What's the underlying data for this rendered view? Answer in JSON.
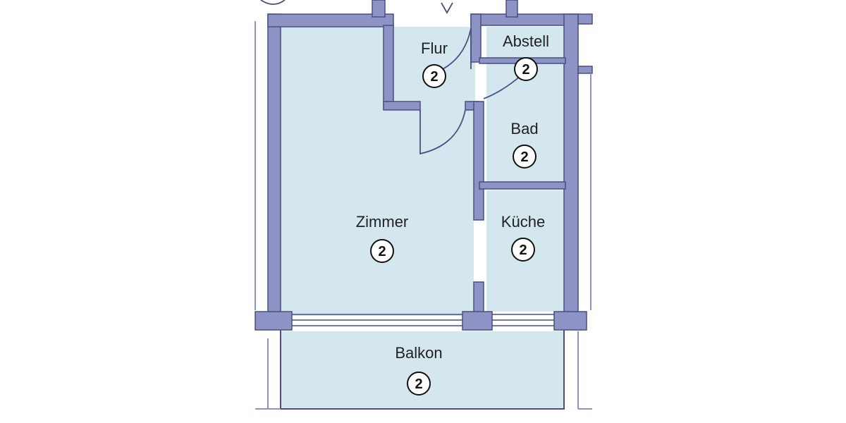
{
  "colors": {
    "wall": "#8e93c6",
    "wall_outline": "#4a4f80",
    "room_fill": "#d4e7ef",
    "badge_fill": "#ffffff",
    "badge_stroke": "#111111",
    "background": "#ffffff"
  },
  "rooms": {
    "zimmer": {
      "label": "Zimmer",
      "badge": "2"
    },
    "flur": {
      "label": "Flur",
      "badge": "2"
    },
    "abstell": {
      "label": "Abstell",
      "badge": "2"
    },
    "bad": {
      "label": "Bad",
      "badge": "2"
    },
    "kueche": {
      "label": "Küche",
      "badge": "2"
    },
    "balkon": {
      "label": "Balkon",
      "badge": "2"
    }
  }
}
